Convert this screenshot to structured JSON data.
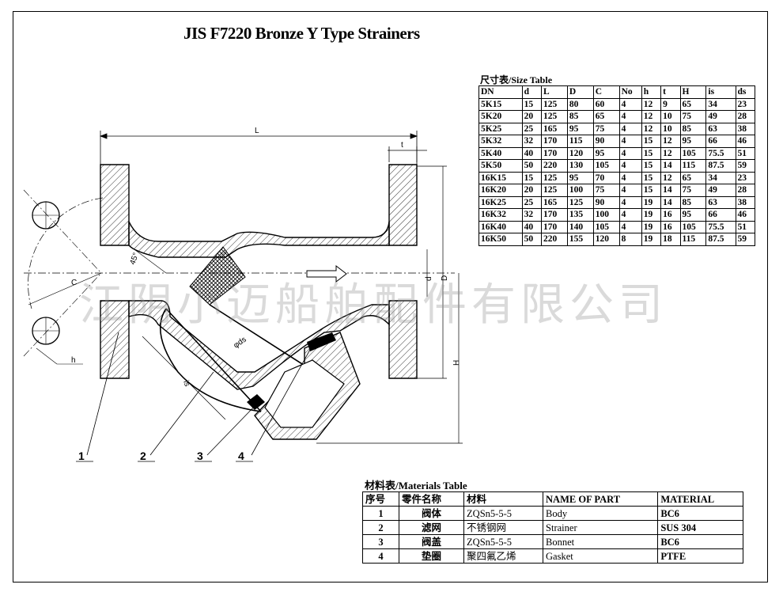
{
  "title": "JIS F7220  Bronze Y Type Strainers",
  "size_table": {
    "caption": "尺寸表/Size Table",
    "headers": [
      "DN",
      "d",
      "L",
      "D",
      "C",
      "No",
      "h",
      "t",
      "H",
      "is",
      "ds"
    ],
    "rows": [
      [
        "5K15",
        "15",
        "125",
        "80",
        "60",
        "4",
        "12",
        "9",
        "65",
        "34",
        "23"
      ],
      [
        "5K20",
        "20",
        "125",
        "85",
        "65",
        "4",
        "12",
        "10",
        "75",
        "49",
        "28"
      ],
      [
        "5K25",
        "25",
        "165",
        "95",
        "75",
        "4",
        "12",
        "10",
        "85",
        "63",
        "38"
      ],
      [
        "5K32",
        "32",
        "170",
        "115",
        "90",
        "4",
        "15",
        "12",
        "95",
        "66",
        "46"
      ],
      [
        "5K40",
        "40",
        "170",
        "120",
        "95",
        "4",
        "15",
        "12",
        "105",
        "75.5",
        "51"
      ],
      [
        "5K50",
        "50",
        "220",
        "130",
        "105",
        "4",
        "15",
        "14",
        "115",
        "87.5",
        "59"
      ],
      [
        "16K15",
        "15",
        "125",
        "95",
        "70",
        "4",
        "15",
        "12",
        "65",
        "34",
        "23"
      ],
      [
        "16K20",
        "20",
        "125",
        "100",
        "75",
        "4",
        "15",
        "14",
        "75",
        "49",
        "28"
      ],
      [
        "16K25",
        "25",
        "165",
        "125",
        "90",
        "4",
        "19",
        "14",
        "85",
        "63",
        "38"
      ],
      [
        "16K32",
        "32",
        "170",
        "135",
        "100",
        "4",
        "19",
        "16",
        "95",
        "66",
        "46"
      ],
      [
        "16K40",
        "40",
        "170",
        "140",
        "105",
        "4",
        "19",
        "16",
        "105",
        "75.5",
        "51"
      ],
      [
        "16K50",
        "50",
        "220",
        "155",
        "120",
        "8",
        "19",
        "18",
        "115",
        "87.5",
        "59"
      ]
    ]
  },
  "materials_table": {
    "caption": "材料表/Materials Table",
    "headers": [
      "序号",
      "零件名称",
      "材料",
      "NAME OF PART",
      "MATERIAL"
    ],
    "rows": [
      [
        "1",
        "阀体",
        "ZQSn5-5-5",
        "Body",
        "BC6"
      ],
      [
        "2",
        "滤网",
        "不锈钢网",
        "Strainer",
        "SUS 304"
      ],
      [
        "3",
        "阀盖",
        "ZQSn5-5-5",
        "Bonnet",
        "BC6"
      ],
      [
        "4",
        "垫圈",
        "聚四氟乙烯",
        "Gasket",
        "PTFE"
      ]
    ]
  },
  "dimension_labels": {
    "L": "L",
    "t": "t",
    "d": "d",
    "D": "D",
    "H": "H",
    "C": "C",
    "h": "h",
    "angle": "45°",
    "ds": "φds",
    "is": "is"
  },
  "callouts": [
    "1",
    "2",
    "3",
    "4"
  ],
  "watermark": "江阴小迈船舶配件有限公司"
}
